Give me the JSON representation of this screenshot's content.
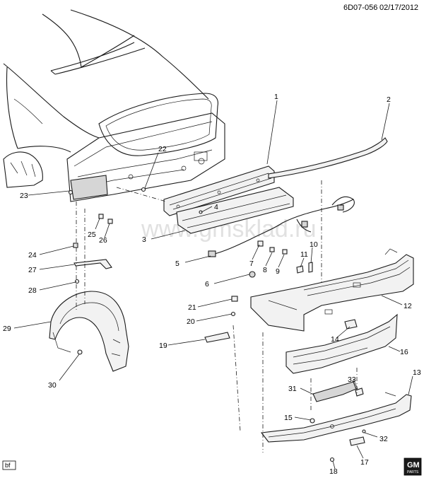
{
  "header": {
    "drawing_id": "6D07-056",
    "date": "02/17/2012"
  },
  "watermark": "www.gmsklad.ru",
  "footer": {
    "author_tag": "bf",
    "logo_text": "GM",
    "logo_subtext": "PARTS"
  },
  "callouts": {
    "c1": "1",
    "c2": "2",
    "c3": "3",
    "c4": "4",
    "c5": "5",
    "c6": "6",
    "c7": "7",
    "c8": "8",
    "c9": "9",
    "c10": "10",
    "c11": "11",
    "c12": "12",
    "c13": "13",
    "c14": "14",
    "c15": "15",
    "c16": "16",
    "c17": "17",
    "c18": "18",
    "c19": "19",
    "c20": "20",
    "c21": "21",
    "c22": "22",
    "c23": "23",
    "c24": "24",
    "c25": "25",
    "c26": "26",
    "c27": "27",
    "c28": "28",
    "c29": "29",
    "c30": "30",
    "c31": "31",
    "c32": "32",
    "c33": "33"
  }
}
